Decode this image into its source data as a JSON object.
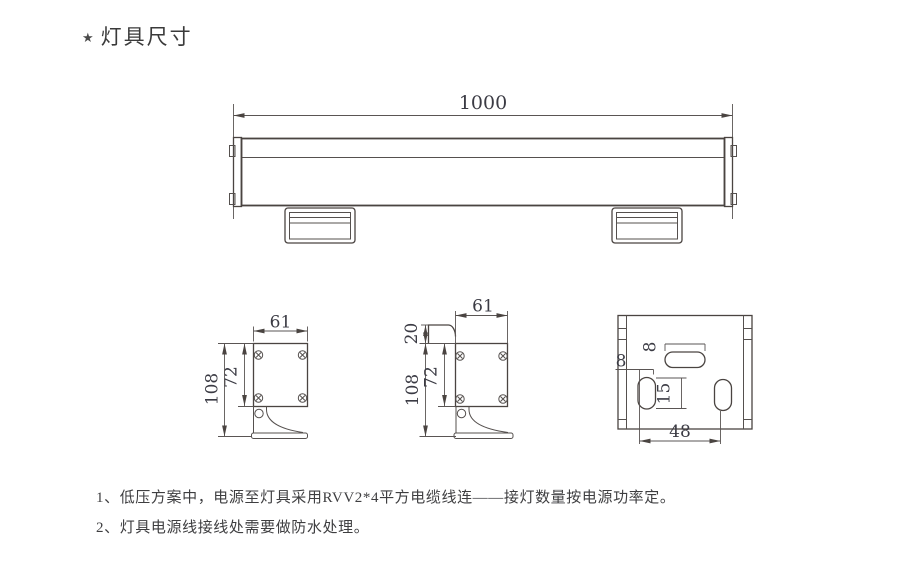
{
  "title": {
    "star": "★",
    "text": "灯具尺寸"
  },
  "dimensions": {
    "overall_length": "1000",
    "side1": {
      "width": "61",
      "body_height": "72",
      "total_height": "108"
    },
    "side2": {
      "width": "61",
      "visor_height": "20",
      "body_height": "72",
      "total_height": "108"
    },
    "back": {
      "top_slot_width": "8",
      "side_offset": "8",
      "slot_length": "15",
      "slot_spacing": "48"
    }
  },
  "notes": [
    "1、低压方案中，电源至灯具采用RVV2*4平方电缆线连——接灯数量按电源功率定。",
    "2、灯具电源线接线处需要做防水处理。"
  ],
  "colors": {
    "line": "#4a4441",
    "dim_text": "#3b3b44",
    "note_text": "#3e3e40",
    "background": "#ffffff"
  }
}
